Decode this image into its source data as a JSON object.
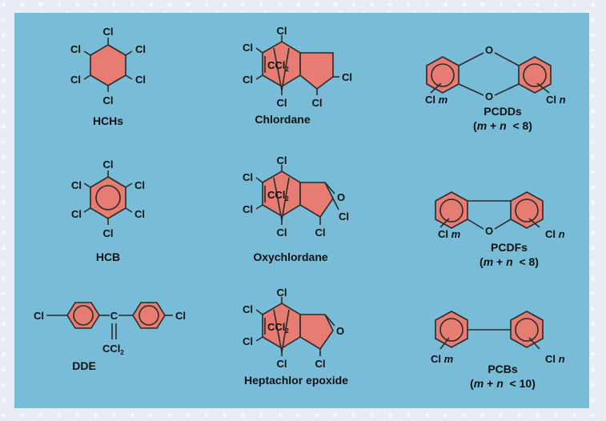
{
  "compounds": {
    "hchs": {
      "name": "HCHs",
      "substituents": [
        "Cl",
        "Cl",
        "Cl",
        "Cl",
        "Cl",
        "Cl"
      ]
    },
    "chlordane": {
      "name": "Chlordane",
      "cl": "Cl",
      "bridge": "CCl",
      "bridge_sub": "2"
    },
    "pcdds": {
      "name": "PCDDs",
      "o": "O",
      "cl": "Cl",
      "m": "m",
      "n": "n",
      "note_parts": [
        "(",
        "m",
        " + ",
        "n",
        "  < 8)"
      ]
    },
    "hcb": {
      "name": "HCB",
      "cl": "Cl"
    },
    "oxychlordane": {
      "name": "Oxychlordane",
      "cl": "Cl",
      "o": "O",
      "bridge": "CCl",
      "bridge_sub": "2"
    },
    "pcdfs": {
      "name": "PCDFs",
      "o": "O",
      "cl": "Cl",
      "m": "m",
      "n": "n",
      "note_parts": [
        "(",
        "m",
        " + ",
        "n",
        "  < 8)"
      ]
    },
    "dde": {
      "name": "DDE",
      "cl": "Cl",
      "c": "C",
      "ccl": "CCl",
      "ccl_sub": "2"
    },
    "heptachlor_epoxide": {
      "name": "Heptachlor epoxide",
      "cl": "Cl",
      "o": "O",
      "bridge": "CCl",
      "bridge_sub": "2"
    },
    "pcbs": {
      "name": "PCBs",
      "cl": "Cl",
      "m": "m",
      "n": "n",
      "note_parts": [
        "(",
        "m",
        " + ",
        "n",
        "  < 10)"
      ]
    }
  },
  "colors": {
    "panel": "#79bcd8",
    "ring_fill": "#e77d72",
    "bond": "#2a2a2a",
    "background": "#e8edf3"
  }
}
